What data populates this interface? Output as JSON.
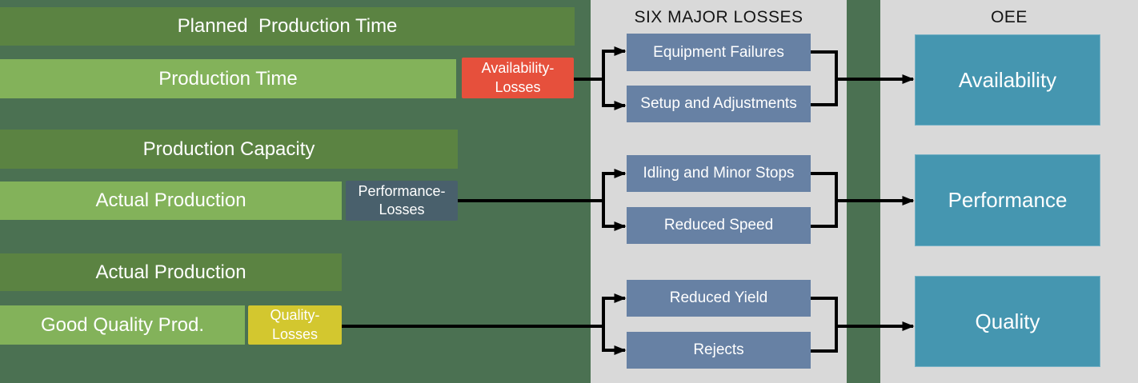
{
  "colors": {
    "background": "#4b7152",
    "bar_dark": "#5b8342",
    "bar_light": "#83b25a",
    "availability_loss": "#e6503c",
    "performance_loss": "#49606c",
    "quality_loss": "#d3c72f",
    "panel": "#d9d9d9",
    "loss_box": "#6781a4",
    "oee_box": "#4596b0",
    "arrow": "#000000",
    "bar_text": "#ffffff",
    "title_text": "#141414"
  },
  "bars": {
    "planned_production_time": "Planned  Production Time",
    "production_time": "Production Time",
    "production_capacity": "Production Capacity",
    "actual_production_1": "Actual Production",
    "actual_production_2": "Actual Production",
    "good_quality_prod": "Good Quality Prod."
  },
  "loss_tags": {
    "availability": "Availability-\nLosses",
    "performance": "Performance-\nLosses",
    "quality": "Quality-\nLosses"
  },
  "six_major_losses": {
    "title": "SIX MAJOR LOSSES",
    "items": [
      "Equipment Failures",
      "Setup and Adjustments",
      "Idling and Minor Stops",
      "Reduced Speed",
      "Reduced Yield",
      "Rejects"
    ]
  },
  "oee": {
    "title": "OEE",
    "items": [
      "Availability",
      "Performance",
      "Quality"
    ]
  }
}
